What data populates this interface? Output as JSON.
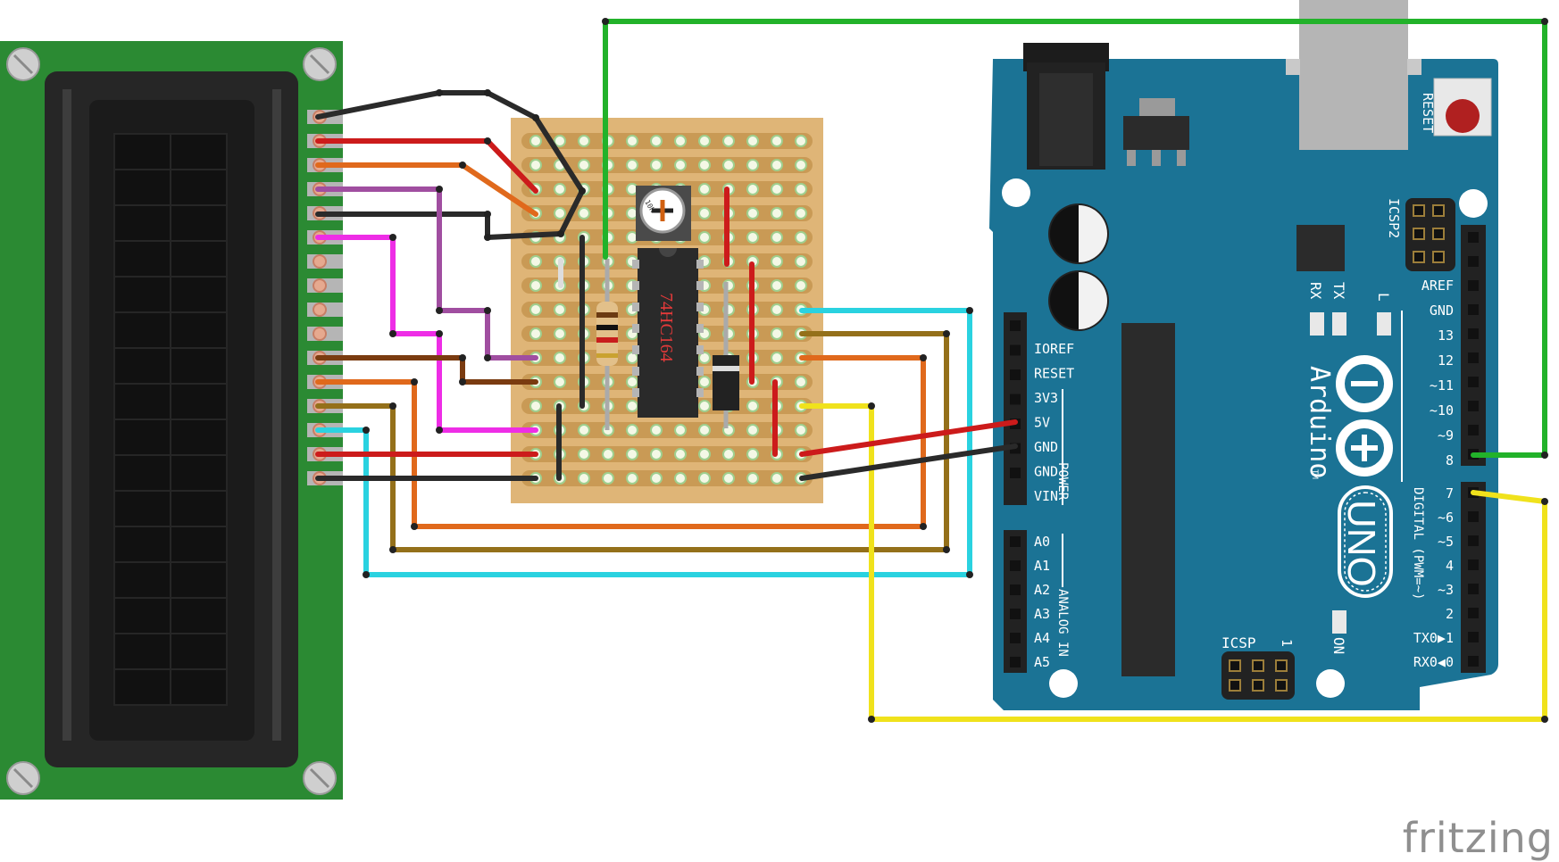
{
  "brand": "fritzing",
  "ic": {
    "part_label": "74HC164"
  },
  "pot": {
    "label": "10K"
  },
  "arduino": {
    "logo_text": "Arduino",
    "trademark": "TM",
    "model": "UNO",
    "reset_label": "RESET",
    "icsp_top": "ICSP2",
    "icsp_bottom": "ICSP",
    "icsp_bottom_pin1": "1",
    "on_label": "ON",
    "led_labels": [
      "RX",
      "TX",
      "L"
    ],
    "power_header_title": "POWER",
    "analog_header_title": "ANALOG IN",
    "digital_header_title": "DIGITAL (PWM=~)",
    "power_pins": [
      "IOREF",
      "RESET",
      "3V3",
      "5V",
      "GND",
      "GND",
      "VIN"
    ],
    "analog_pins": [
      "A0",
      "A1",
      "A2",
      "A3",
      "A4",
      "A5"
    ],
    "digital_pins_top": [
      "AREF",
      "GND",
      "13",
      "12",
      "~11",
      "~10",
      "~9",
      "8"
    ],
    "digital_pins_bottom": [
      "7",
      "~6",
      "~5",
      "4",
      "~3",
      "2",
      "TX0▶1",
      "RX0◀0"
    ]
  },
  "colors": {
    "lcd_pcb": "#2b8a33",
    "stripboard": "#dfb577",
    "arduino_board": "#1b7395",
    "wire_green": "#22b22a",
    "wire_red": "#cc1b1b",
    "wire_black": "#2a2a2a",
    "wire_orange": "#e0691c",
    "wire_purple": "#a04ea0",
    "wire_magenta": "#ee2de6",
    "wire_brown": "#7a3b10",
    "wire_olive": "#94701a",
    "wire_cyan": "#2ad2e0",
    "wire_yellow": "#f0e21c"
  }
}
